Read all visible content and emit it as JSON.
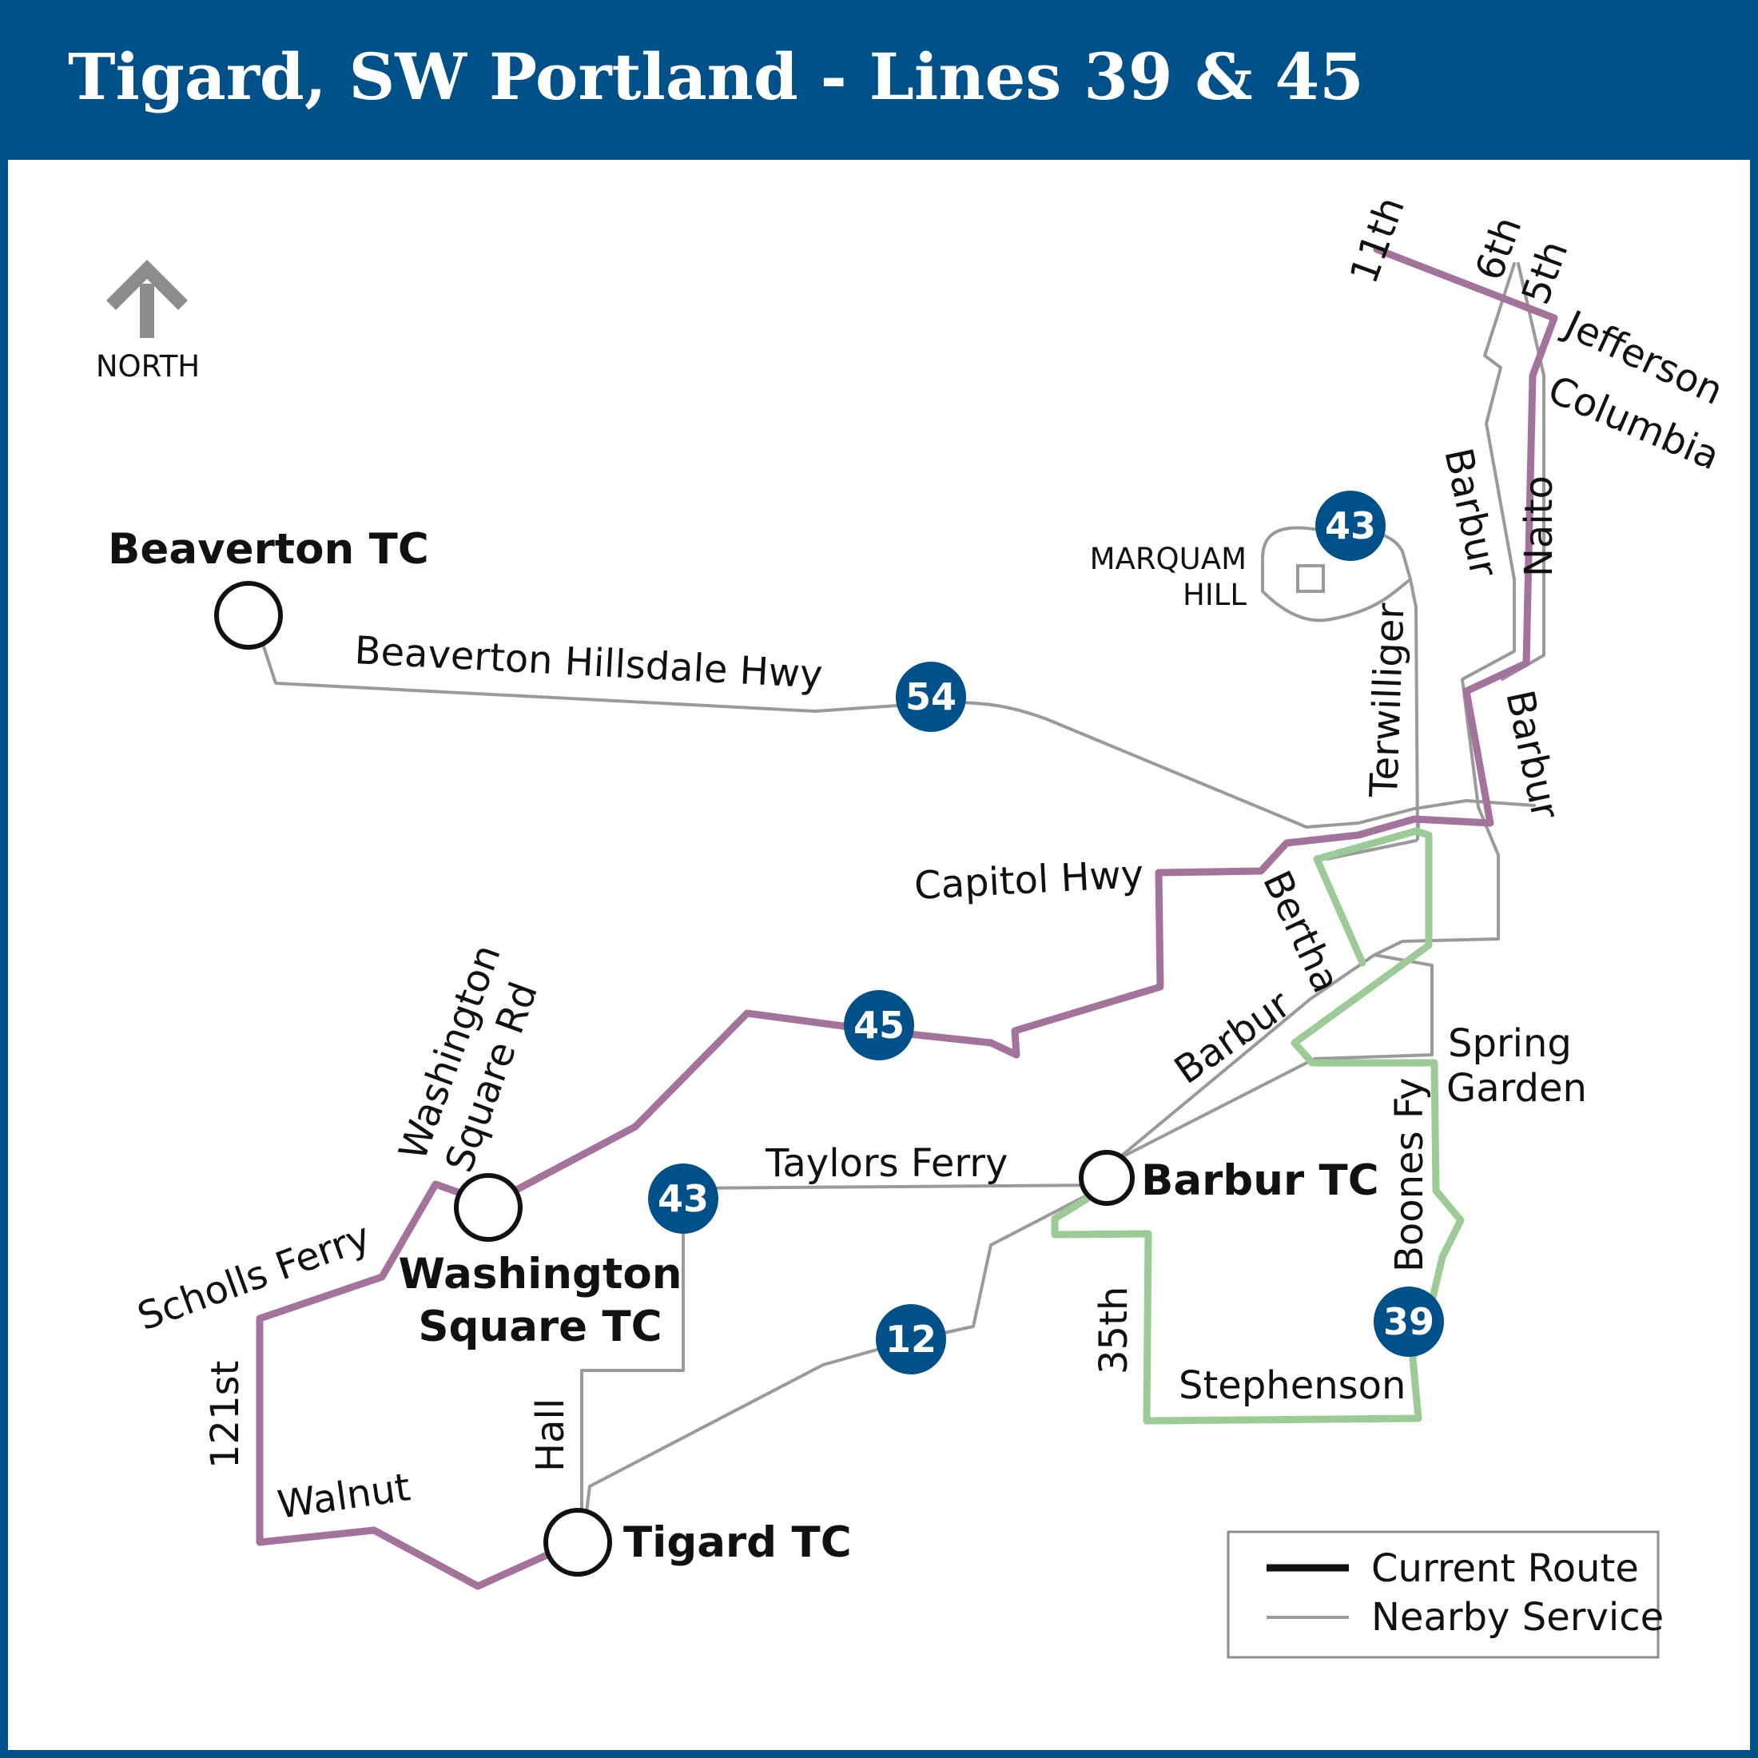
{
  "header": {
    "title": "Tigard, SW Portland - Lines 39 & 45"
  },
  "north_arrow": {
    "label": "NORTH",
    "icon": "north-arrow-icon"
  },
  "colors": {
    "header": "#005089",
    "line_45": "#a3739b",
    "line_39": "#9ccb97",
    "nearby_service": "#9a9a9a",
    "route_badge": "#005089"
  },
  "transit_centers": {
    "beaverton": "Beaverton TC",
    "washington_square_1": "Washington",
    "washington_square_2": "Square TC",
    "barbur": "Barbur TC",
    "tigard": "Tigard TC"
  },
  "route_badges": {
    "line_54": "54",
    "line_43_north": "43",
    "line_45": "45",
    "line_43_south": "43",
    "line_12": "12",
    "line_39": "39"
  },
  "streets": {
    "eleventh": "11th",
    "sixth": "6th",
    "fifth": "5th",
    "jefferson": "Jefferson",
    "columbia": "Columbia",
    "barbur_north": "Barbur",
    "naito": "Naito",
    "terwilliger": "Terwilliger",
    "barbur_mid": "Barbur",
    "beaverton_hillsdale": "Beaverton Hillsdale Hwy",
    "capitol_hwy": "Capitol Hwy",
    "bertha": "Bertha",
    "barbur_south": "Barbur",
    "spring": "Spring",
    "garden": "Garden",
    "boones_fy": "Boones Fy",
    "washington_square_rd_1": "Washington",
    "washington_square_rd_2": "Square Rd",
    "scholls_ferry": "Scholls Ferry",
    "taylors_ferry": "Taylors Ferry",
    "thirty_fifth": "35th",
    "stephenson": "Stephenson",
    "one_twenty_first": "121st",
    "hall": "Hall",
    "walnut": "Walnut"
  },
  "landmarks": {
    "marquam_1": "MARQUAM",
    "marquam_2": "HILL"
  },
  "legend": {
    "current_route": "Current Route",
    "nearby_service": "Nearby Service"
  }
}
